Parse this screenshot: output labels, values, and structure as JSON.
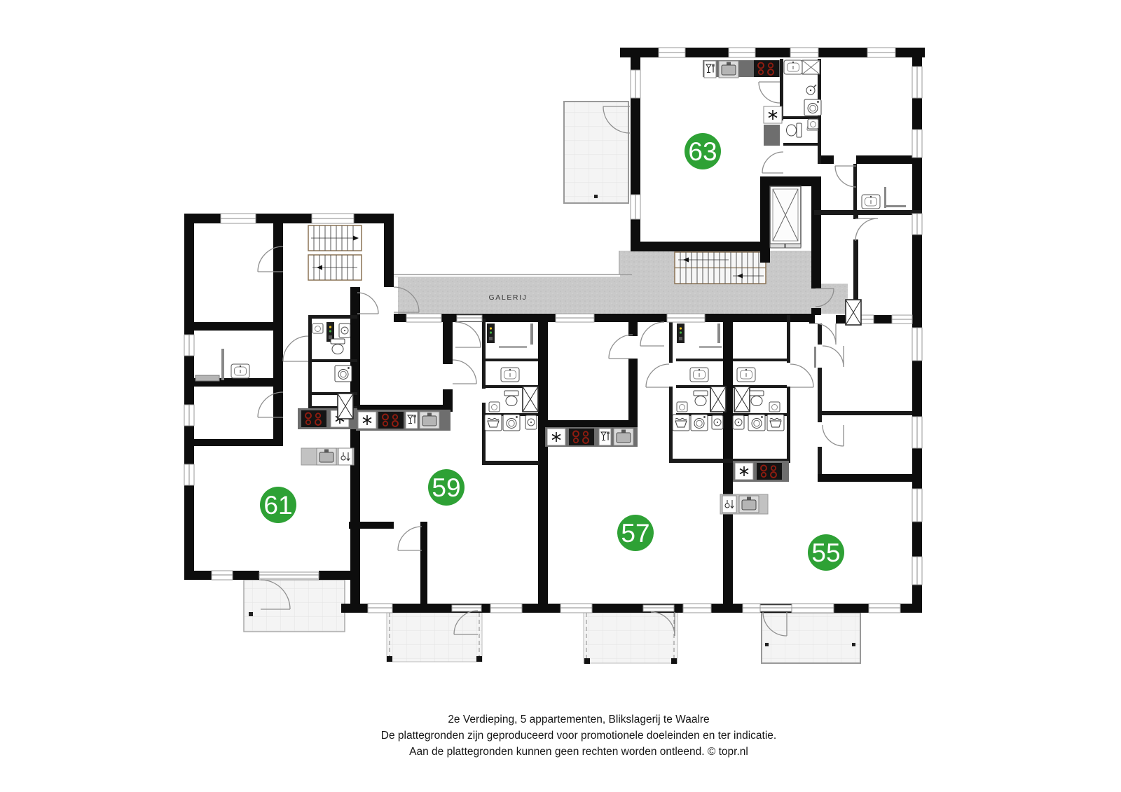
{
  "plan": {
    "corridor_label": "GALERIJ",
    "apartments": [
      {
        "number": "63"
      },
      {
        "number": "61"
      },
      {
        "number": "59"
      },
      {
        "number": "57"
      },
      {
        "number": "55"
      }
    ],
    "colors": {
      "badge_green": "#2ea135",
      "wall_black": "#0d0d0d",
      "corridor_gray": "#c9c9c9",
      "balcony_gray": "#f4f4f4",
      "counter_dark": "#6e6e6e",
      "counter_light": "#c2c2c2",
      "burner_red": "#8f1c10"
    },
    "icons": [
      "stairs-icon",
      "elevator-icon",
      "stove-icon",
      "kitchen-sink-icon",
      "glassware-icon",
      "ventilation-icon",
      "toilet-icon",
      "washbasin-icon",
      "washing-machine-icon",
      "laundry-tub-icon",
      "boiler-icon",
      "shaft-icon",
      "shower-icon",
      "electric-panel-icon",
      "dishwasher-icon"
    ]
  },
  "caption": {
    "line1": "2e Verdieping, 5 appartementen, Blikslagerij te Waalre",
    "line2": "De plattegronden zijn geproduceerd voor promotionele doeleinden en ter indicatie.",
    "line3": "Aan de plattegronden kunnen geen rechten worden ontleend. © topr.nl"
  }
}
